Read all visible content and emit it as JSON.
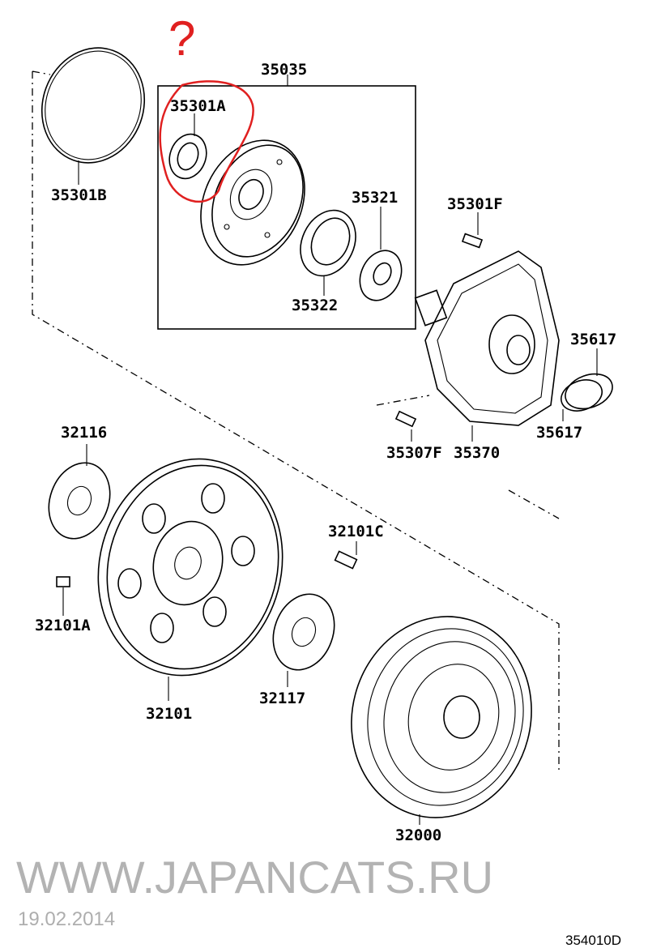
{
  "annotation": {
    "mark": "?",
    "color": "#e02020"
  },
  "watermark": {
    "site": "WWW.JAPANCATS.RU",
    "date": "19.02.2014"
  },
  "diagram_code": "354010D",
  "parts": {
    "p35035": "35035",
    "p35301A": "35301A",
    "p35301B": "35301B",
    "p35321": "35321",
    "p35301F": "35301F",
    "p35322": "35322",
    "p35617a": "35617",
    "p35617b": "35617",
    "p35307F": "35307F",
    "p35370": "35370",
    "p32116": "32116",
    "p32101C": "32101C",
    "p32101A": "32101A",
    "p32117": "32117",
    "p32101": "32101",
    "p32000": "32000"
  }
}
